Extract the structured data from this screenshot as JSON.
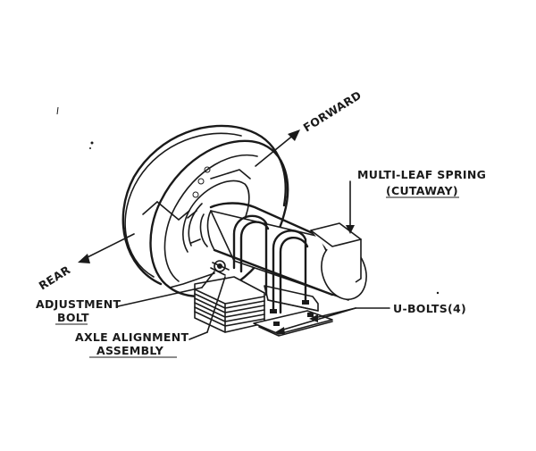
{
  "labels": {
    "forward": "FORWARD",
    "rear": "REAR",
    "spring_line1": "MULTI-LEAF SPRING",
    "spring_line2": "(CUTAWAY)",
    "adjust_line1": "ADJUSTMENT",
    "adjust_line2": "BOLT",
    "axle_line1": "AXLE ALIGNMENT",
    "axle_line2": "ASSEMBLY",
    "ubolts": "U-BOLTS(4)"
  }
}
